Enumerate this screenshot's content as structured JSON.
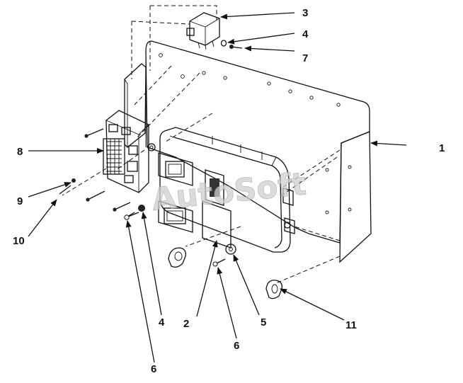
{
  "callouts": {
    "c1": "1",
    "c2": "2",
    "c3": "3",
    "c4a": "4",
    "c4b": "4",
    "c5": "5",
    "c6a": "6",
    "c6b": "6",
    "c7": "7",
    "c8": "8",
    "c9": "9",
    "c10": "10",
    "c11": "11"
  },
  "watermark": {
    "text": "AutoSoft"
  }
}
